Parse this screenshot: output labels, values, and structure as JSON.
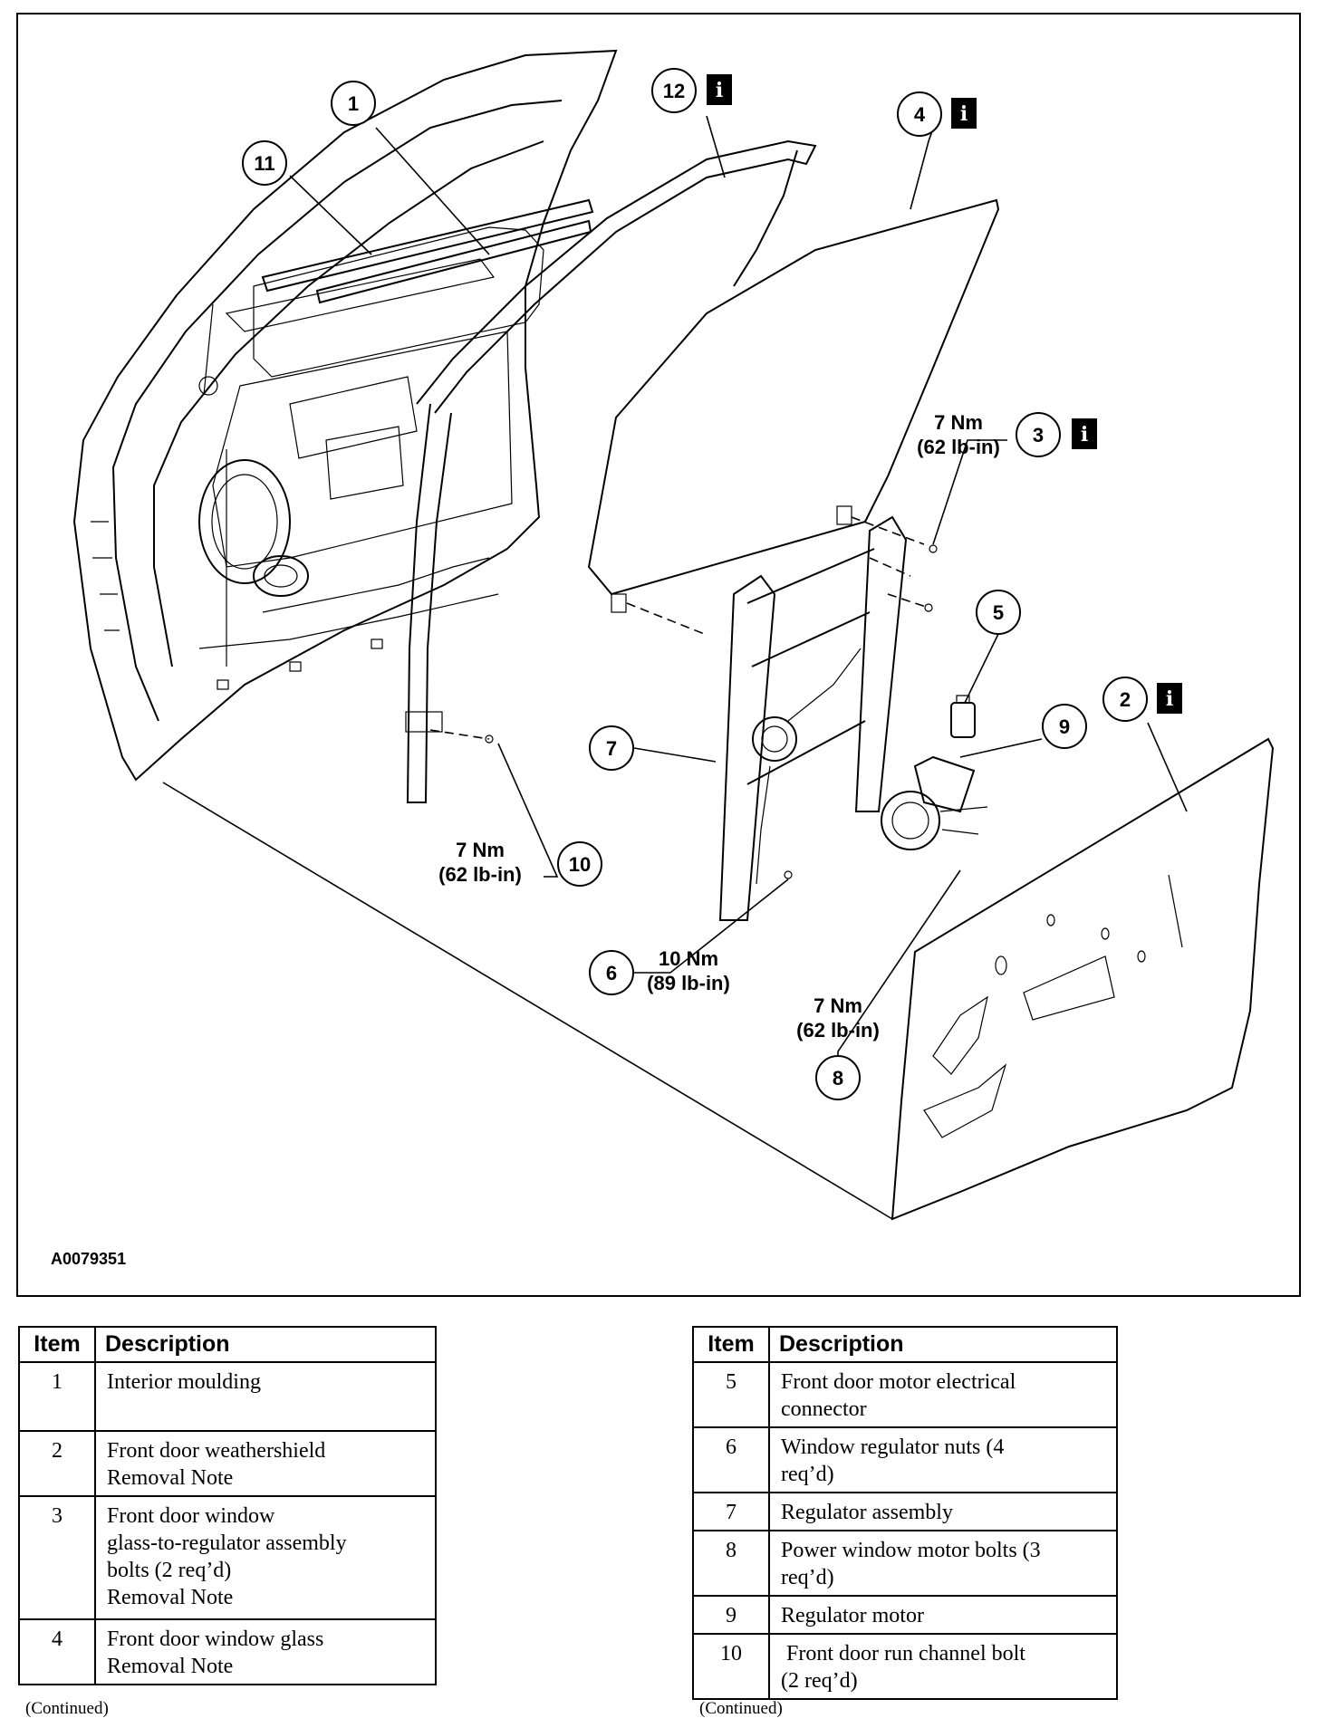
{
  "figure_id": "A0079351",
  "info_symbol": "i",
  "callouts": [
    {
      "id": "1",
      "label": "1"
    },
    {
      "id": "2",
      "label": "2"
    },
    {
      "id": "3",
      "label": "3"
    },
    {
      "id": "4",
      "label": "4"
    },
    {
      "id": "5",
      "label": "5"
    },
    {
      "id": "6",
      "label": "6"
    },
    {
      "id": "7",
      "label": "7"
    },
    {
      "id": "8",
      "label": "8"
    },
    {
      "id": "9",
      "label": "9"
    },
    {
      "id": "10",
      "label": "10"
    },
    {
      "id": "11",
      "label": "11"
    },
    {
      "id": "12",
      "label": "12"
    }
  ],
  "torque_specs": {
    "item3": {
      "nm": "7 Nm",
      "lbin": "(62 lb-in)"
    },
    "item10": {
      "nm": "7 Nm",
      "lbin": "(62 lb-in)"
    },
    "item6": {
      "nm": "10 Nm",
      "lbin": "(89 lb-in)"
    },
    "item8": {
      "nm": "7 Nm",
      "lbin": "(62 lb-in)"
    }
  },
  "table_headers": {
    "item": "Item",
    "description": "Description"
  },
  "table_left": [
    {
      "item": "1",
      "lines": [
        "Interior moulding"
      ]
    },
    {
      "item": "2",
      "lines": [
        "Front door weathershield",
        "Removal Note"
      ]
    },
    {
      "item": "3",
      "lines": [
        "Front door window",
        "glass-to-regulator assembly",
        "bolts (2 req’d)",
        "Removal Note"
      ]
    },
    {
      "item": "4",
      "lines": [
        "Front door window glass",
        "Removal Note"
      ]
    }
  ],
  "table_right": [
    {
      "item": "5",
      "lines": [
        "Front door motor electrical",
        "connector"
      ]
    },
    {
      "item": "6",
      "lines": [
        "Window regulator nuts (4",
        "req’d)"
      ]
    },
    {
      "item": "7",
      "lines": [
        "Regulator assembly"
      ]
    },
    {
      "item": "8",
      "lines": [
        "Power window motor bolts (3",
        "req’d)"
      ]
    },
    {
      "item": "9",
      "lines": [
        "Regulator motor"
      ]
    },
    {
      "item": "10",
      "lines": [
        " Front door run channel bolt",
        "(2 req’d)"
      ]
    }
  ],
  "continued_label": "(Continued)"
}
